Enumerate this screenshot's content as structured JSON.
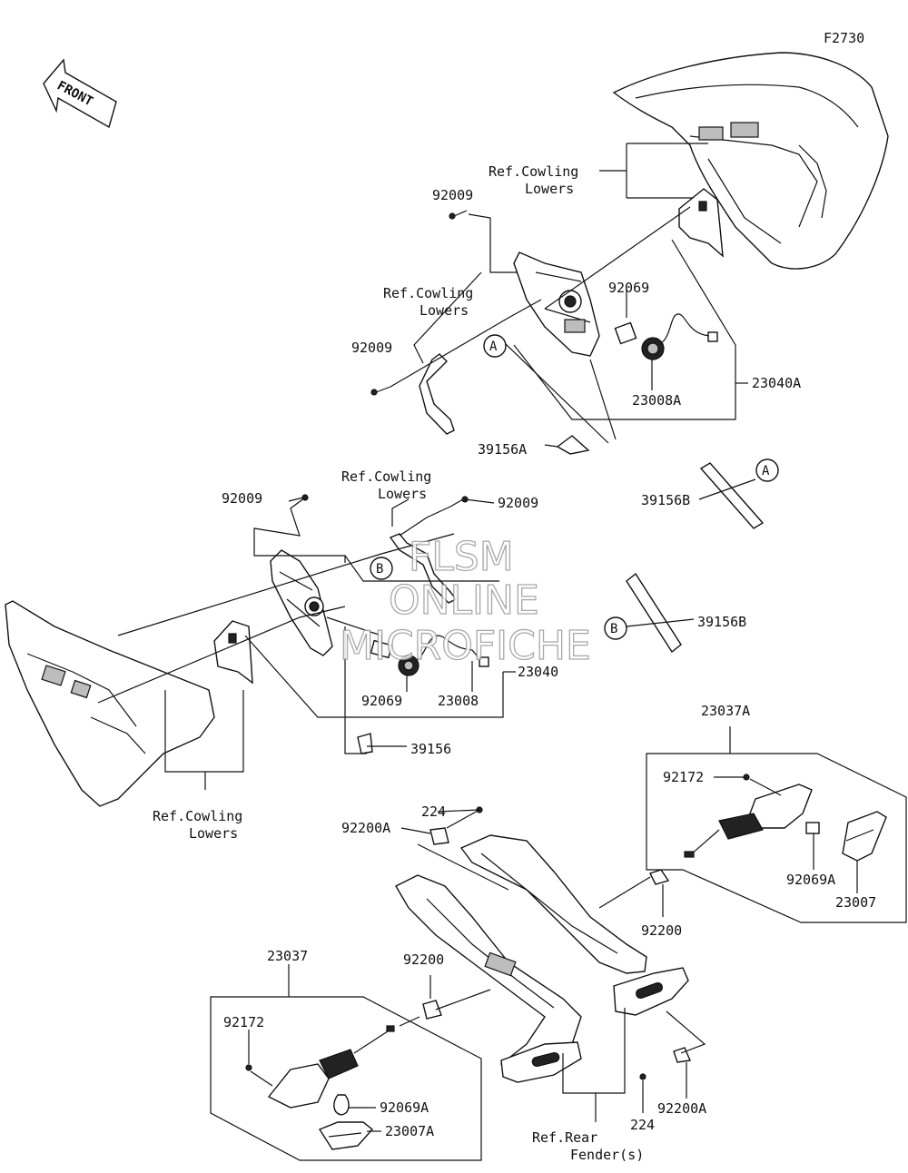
{
  "figure_code": "F2730",
  "front_label": "FRONT",
  "watermark": [
    "FLSM",
    "ONLINE",
    "MICROFICHE"
  ],
  "callouts": {
    "a": "A",
    "b": "B"
  },
  "parts": {
    "p92009_top": "92009",
    "p92009_mid": "92009",
    "p92009_left": "92009",
    "p92009_right": "92009",
    "p92069_top": "92069",
    "p23008A": "23008A",
    "p23040A": "23040A",
    "p39156A": "39156A",
    "p39156B_top": "39156B",
    "p39156B_mid": "39156B",
    "p23040": "23040",
    "p92069_mid": "92069",
    "p23008": "23008",
    "p39156": "39156",
    "p23037A": "23037A",
    "p92172_right": "92172",
    "p92069A_right": "92069A",
    "p23007": "23007",
    "p224_top": "224",
    "p92200A_top": "92200A",
    "p92200_right": "92200",
    "p92200_left": "92200",
    "p23037": "23037",
    "p92172_left": "92172",
    "p92069A_left": "92069A",
    "p23007A": "23007A",
    "p224_bottom": "224",
    "p92200A_bottom": "92200A"
  },
  "refs": {
    "cowl_top_1": "Ref.Cowling",
    "cowl_top_2": "Lowers",
    "cowl_mid_1": "Ref.Cowling",
    "cowl_mid_2": "Lowers",
    "cowl_center_1": "Ref.Cowling",
    "cowl_center_2": "Lowers",
    "cowl_left_1": "Ref.Cowling",
    "cowl_left_2": "Lowers",
    "fender_1": "Ref.Rear",
    "fender_2": "Fender(s)"
  }
}
